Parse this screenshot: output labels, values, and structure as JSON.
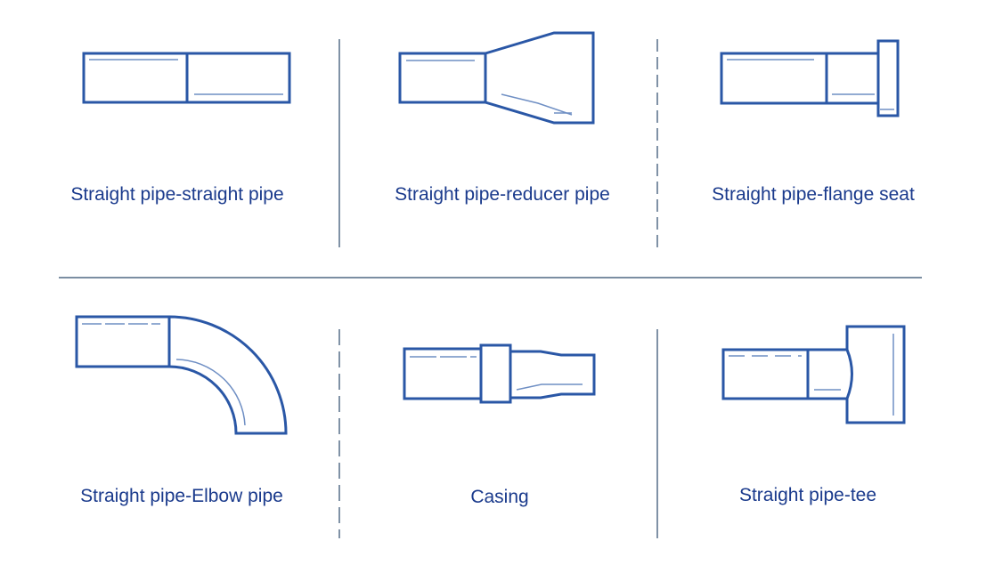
{
  "colors": {
    "stroke": "#2a57a6",
    "detail": "#6f8fc4",
    "label": "#1a3a8c",
    "divider": "#2c4a6b"
  },
  "captions": {
    "straight_straight": "Straight pipe-straight pipe",
    "straight_reducer": "Straight pipe-reducer pipe",
    "straight_flange": "Straight pipe-flange seat",
    "straight_elbow": "Straight pipe-Elbow pipe",
    "casing": "Casing",
    "straight_tee": "Straight pipe-tee"
  }
}
